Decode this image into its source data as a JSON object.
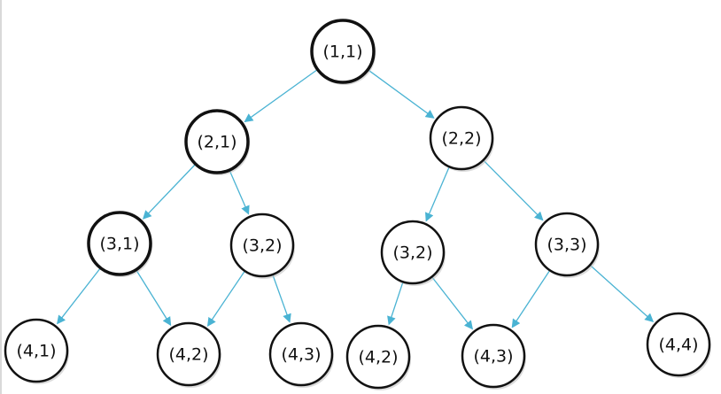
{
  "colors": {
    "edge": "#4ab3d3",
    "node_stroke": "#111111",
    "node_fill": "#ffffff",
    "shadow": "#bdbdbd"
  },
  "nodes": [
    {
      "id": "n11",
      "label": "(1,1)"
    },
    {
      "id": "n21",
      "label": "(2,1)"
    },
    {
      "id": "n22",
      "label": "(2,2)"
    },
    {
      "id": "n31",
      "label": "(3,1)"
    },
    {
      "id": "n32a",
      "label": "(3,2)"
    },
    {
      "id": "n32b",
      "label": "(3,2)"
    },
    {
      "id": "n33",
      "label": "(3,3)"
    },
    {
      "id": "n41",
      "label": "(4,1)"
    },
    {
      "id": "n42a",
      "label": "(4,2)"
    },
    {
      "id": "n43a",
      "label": "(4,3)"
    },
    {
      "id": "n42b",
      "label": "(4,2)"
    },
    {
      "id": "n43b",
      "label": "(4,3)"
    },
    {
      "id": "n44",
      "label": "(4,4)"
    }
  ],
  "edges": [
    {
      "from": "n11",
      "to": "n21"
    },
    {
      "from": "n11",
      "to": "n22"
    },
    {
      "from": "n21",
      "to": "n31"
    },
    {
      "from": "n21",
      "to": "n32a"
    },
    {
      "from": "n22",
      "to": "n32b"
    },
    {
      "from": "n22",
      "to": "n33"
    },
    {
      "from": "n31",
      "to": "n41"
    },
    {
      "from": "n31",
      "to": "n42a"
    },
    {
      "from": "n32a",
      "to": "n42a"
    },
    {
      "from": "n32a",
      "to": "n43a"
    },
    {
      "from": "n32b",
      "to": "n42b"
    },
    {
      "from": "n32b",
      "to": "n43b"
    },
    {
      "from": "n33",
      "to": "n43b"
    },
    {
      "from": "n33",
      "to": "n44"
    }
  ]
}
